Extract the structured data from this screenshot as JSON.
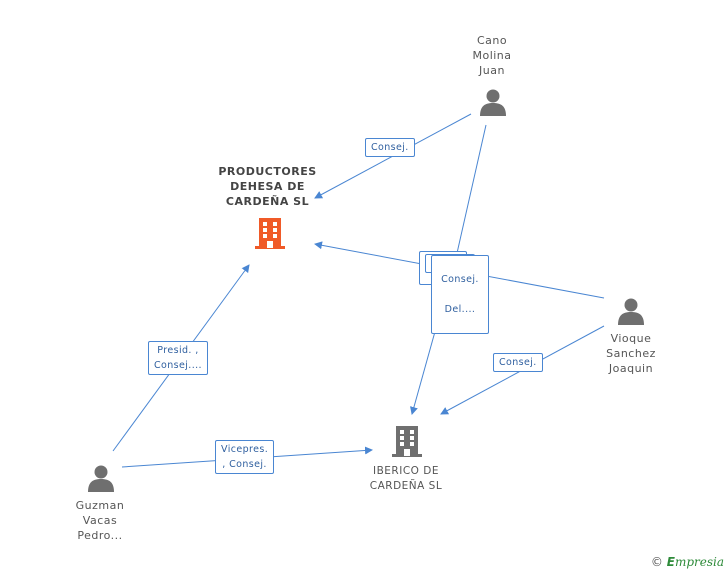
{
  "nodes": {
    "productores": {
      "label": "PRODUCTORES\nDEHESA DE\nCARDEÑA SL",
      "type": "company",
      "color": "#f05a28"
    },
    "iberico": {
      "label": "IBERICO DE\nCARDEÑA SL",
      "type": "company",
      "color": "#6f6f6f"
    },
    "cano": {
      "label": "Cano\nMolina\nJuan",
      "type": "person"
    },
    "vioque": {
      "label": "Vioque\nSanchez\nJoaquin",
      "type": "person"
    },
    "guzman": {
      "label": "Guzman\nVacas\nPedro...",
      "type": "person"
    }
  },
  "edges": {
    "cano_productores": "Consej.",
    "vioque_productores": "Consej.",
    "cano_iberico": "Del....",
    "vioque_iberico": "Consej.",
    "guzman_productores": "Presid. ,\nConsej....",
    "guzman_iberico": "Vicepres.\n, Consej."
  },
  "colors": {
    "edge": "#4a86d2",
    "person_icon": "#6f6f6f"
  },
  "brand": {
    "copyright": "©",
    "e": "E",
    "rest": "mpresia"
  }
}
